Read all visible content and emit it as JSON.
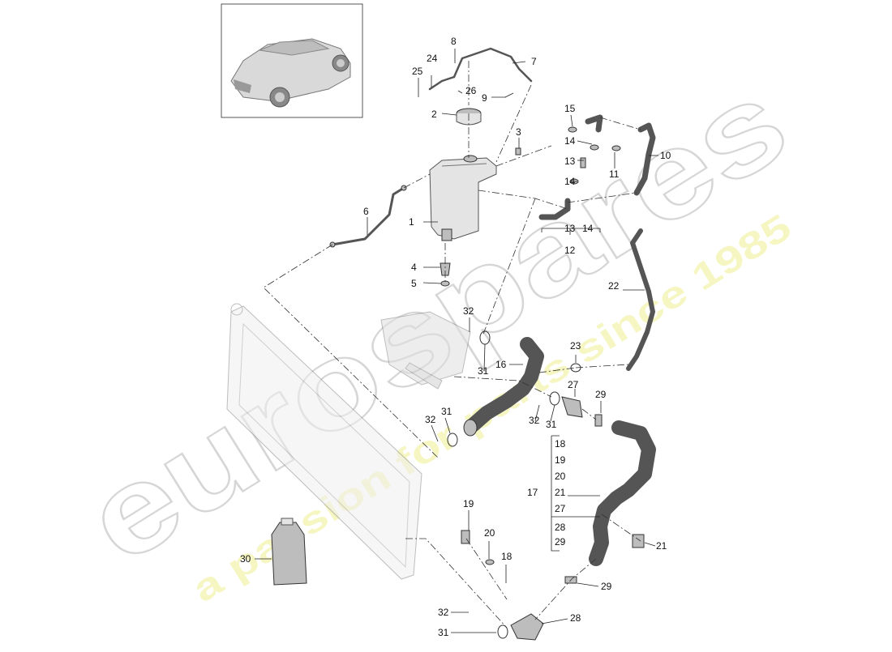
{
  "watermark": {
    "brand": "eurospares",
    "tagline": "a passion for parts since 1985"
  },
  "thumbnail": {
    "description_icon": "vehicle-thumbnail-icon"
  },
  "callouts": [
    "1",
    "2",
    "3",
    "4",
    "5",
    "6",
    "7",
    "8",
    "9",
    "10",
    "11",
    "12",
    "13",
    "14",
    "15",
    "16",
    "17",
    "18",
    "19",
    "20",
    "21",
    "22",
    "23",
    "24",
    "25",
    "26",
    "27",
    "28",
    "29",
    "30",
    "31",
    "32"
  ],
  "group_12": {
    "label": "12",
    "members": [
      "13",
      "14"
    ]
  },
  "group_17": {
    "label": "17",
    "members": [
      "18",
      "19",
      "20",
      "21",
      "27",
      "28",
      "29"
    ]
  },
  "colors": {
    "line": "#222222",
    "part_fill": "#e4e4e4",
    "watermark_grey": "#d6d6d6",
    "watermark_yellow": "#f3f3b0"
  }
}
